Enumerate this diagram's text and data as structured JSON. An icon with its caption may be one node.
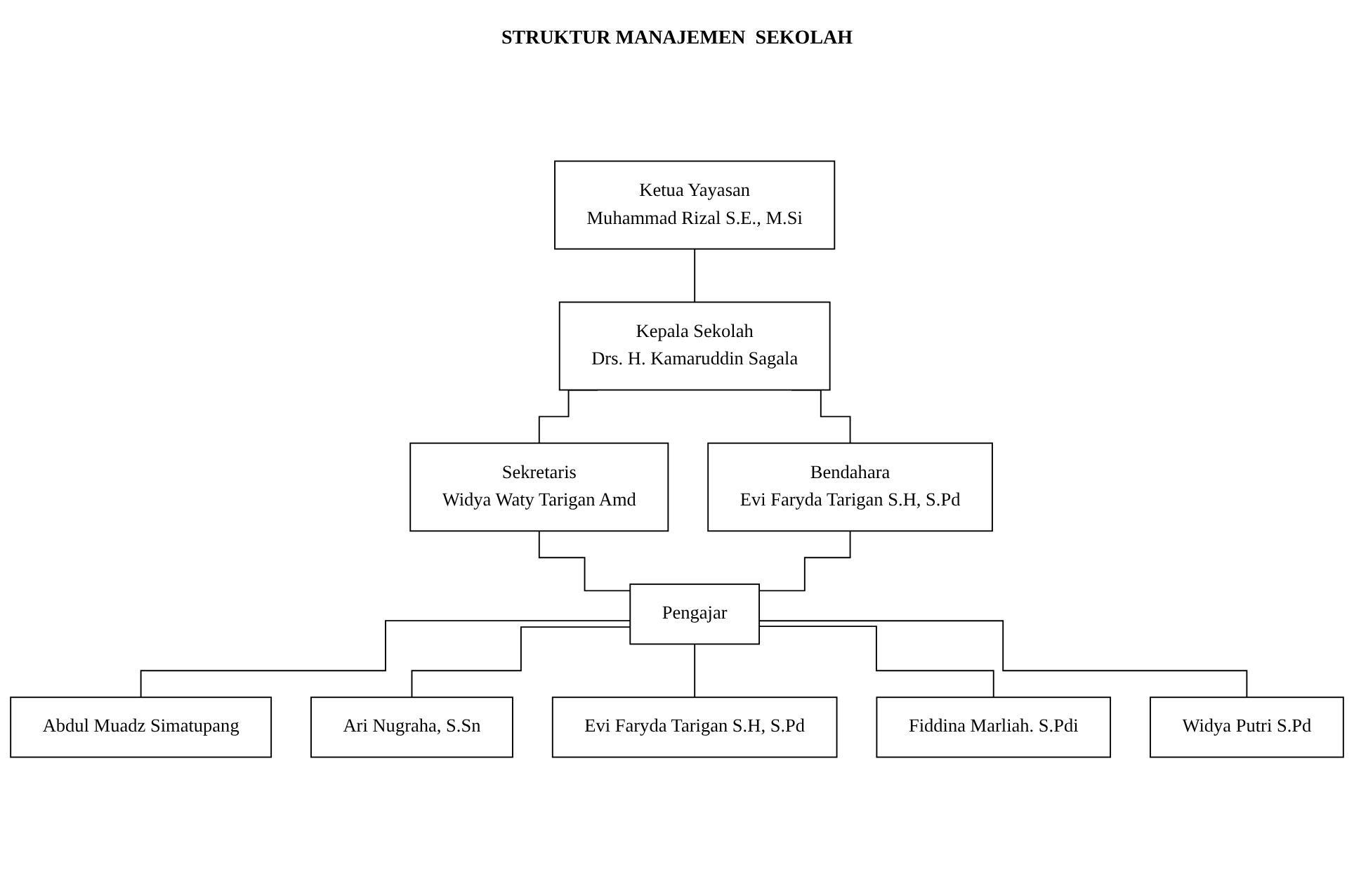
{
  "diagram": {
    "title": "STRUKTUR MANAJEMEN  SEKOLAH",
    "nodes": [
      {
        "text": [
          "Ketua Yayasan",
          "Muhammad Rizal S.E., M.Si"
        ]
      },
      {
        "text": [
          "Kepala Sekolah",
          "Drs. H. Kamaruddin Sagala"
        ]
      },
      {
        "text": [
          "Sekretaris",
          "Widya Waty Tarigan Amd"
        ]
      },
      {
        "text": [
          "Bendahara",
          "Evi Faryda Tarigan S.H, S.Pd"
        ]
      },
      {
        "text": [
          "Pengajar"
        ]
      },
      {
        "text": [
          "Abdul Muadz Simatupang"
        ]
      },
      {
        "text": [
          "Ari Nugraha, S.Sn"
        ]
      },
      {
        "text": [
          "Evi Faryda Tarigan S.H, S.Pd"
        ]
      },
      {
        "text": [
          "Fiddina Marliah. S.Pdi"
        ]
      },
      {
        "text": [
          "Widya Putri S.Pd"
        ]
      }
    ],
    "edges": [
      {
        "from": 0,
        "to": 1,
        "arrow": "none"
      },
      {
        "from": 1,
        "to": 2,
        "arrow": "none"
      },
      {
        "from": 1,
        "to": 3,
        "arrow": "none"
      },
      {
        "from": 2,
        "to": 4,
        "arrow": "none"
      },
      {
        "from": 3,
        "to": 4,
        "arrow": "none"
      },
      {
        "from": 4,
        "to": 5,
        "arrow": "none"
      },
      {
        "from": 4,
        "to": 6,
        "arrow": "none"
      },
      {
        "from": 4,
        "to": 7,
        "arrow": "none"
      },
      {
        "from": 4,
        "to": 8,
        "arrow": "none"
      },
      {
        "from": 4,
        "to": 9,
        "arrow": "none"
      }
    ]
  }
}
